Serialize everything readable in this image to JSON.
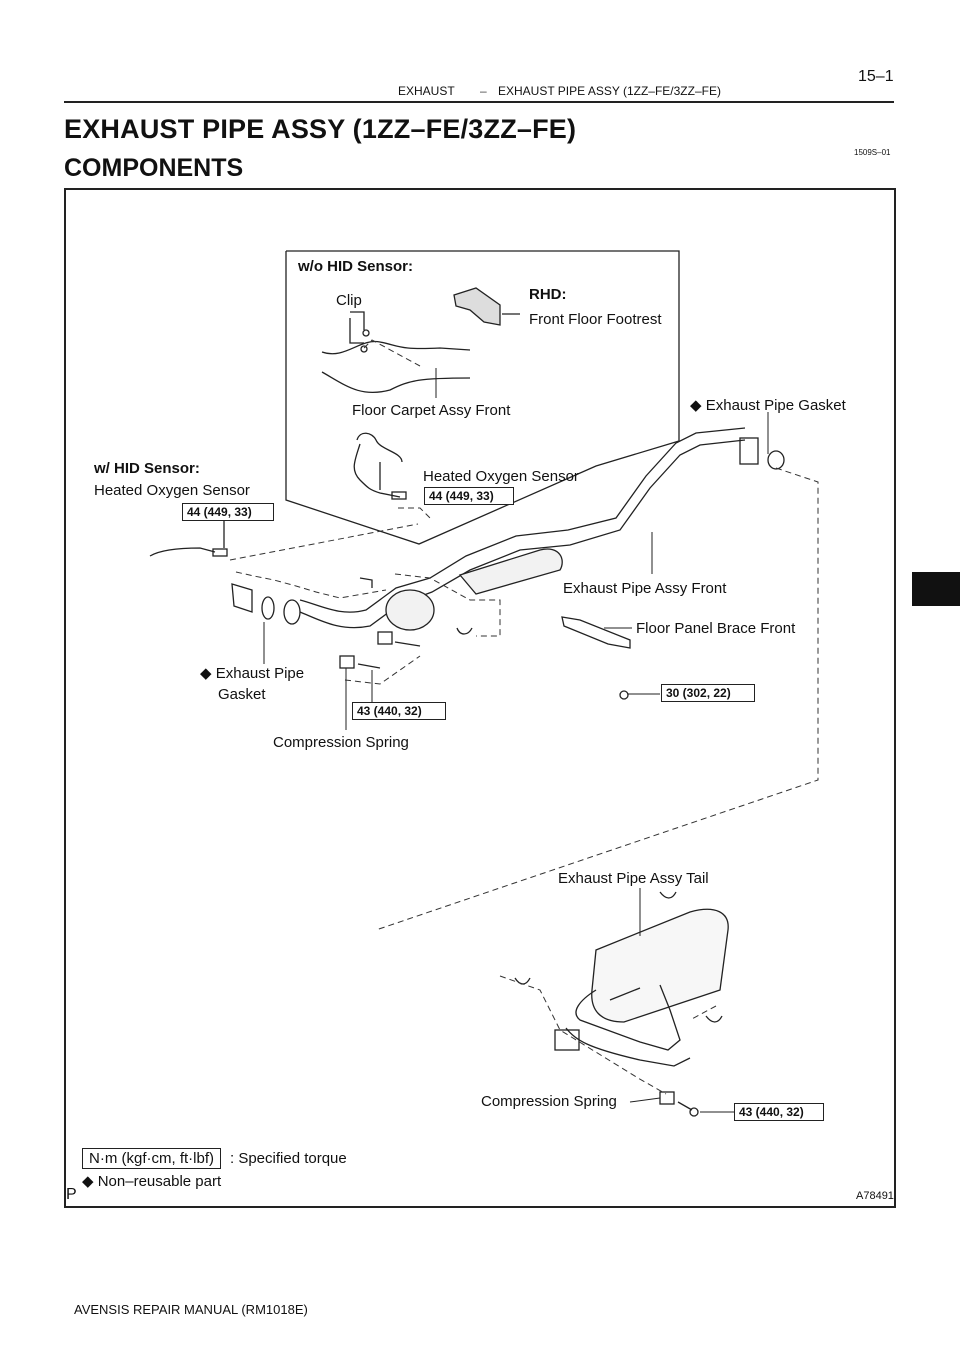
{
  "header": {
    "section": "EXHAUST",
    "dash": "–",
    "subtitle": "EXHAUST PIPE ASSY (1ZZ–FE/3ZZ–FE)",
    "page_number": "15–1"
  },
  "title": "EXHAUST PIPE ASSY (1ZZ–FE/3ZZ–FE)",
  "section_heading": "COMPONENTS",
  "doc_code": "1509S–01",
  "diagram": {
    "inset_title": "w/o HID Sensor:",
    "clip": "Clip",
    "rhd_title": "RHD:",
    "rhd_item": "Front Floor Footrest",
    "floor_carpet": "Floor Carpet Assy Front",
    "gasket_top": "Exhaust Pipe Gasket",
    "hid_title": "w/ HID Sensor:",
    "hid_item": "Heated Oxygen Sensor",
    "heated_sensor": "Heated Oxygen Sensor",
    "torque_44a": "44 (449, 33)",
    "torque_44b": "44 (449, 33)",
    "pipe_front": "Exhaust Pipe Assy Front",
    "brace_front": "Floor Panel Brace Front",
    "gasket_left_1": "Exhaust Pipe",
    "gasket_left_2": "Gasket",
    "torque_30": "30 (302, 22)",
    "torque_43a": "43 (440, 32)",
    "compression_spring_1": "Compression Spring",
    "pipe_tail": "Exhaust Pipe Assy Tail",
    "compression_spring_2": "Compression Spring",
    "torque_43b": "43 (440, 32)",
    "diamond": "◆"
  },
  "legend": {
    "unit_box": "N·m (kgf·cm, ft·lbf)",
    "unit_desc": ": Specified torque",
    "nonreusable": "Non–reusable part"
  },
  "corner_mark": "P",
  "figure_code": "A78491",
  "footer": "AVENSIS REPAIR MANUAL   (RM1018E)"
}
